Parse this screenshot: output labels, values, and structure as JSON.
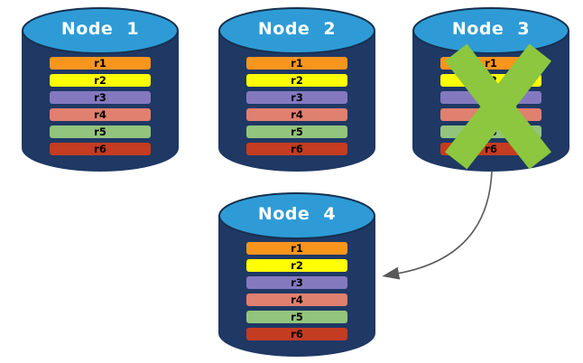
{
  "colors": {
    "background": "#FFFFFF",
    "cylinder_body": "#1F3864",
    "cylinder_top": "#2E9BD6",
    "title_text": "#FFFFFF",
    "row_text": "#000000",
    "x_mark": "#8DC63F",
    "arrow": "#595959"
  },
  "nodes": [
    {
      "id": "node-1",
      "title": "Node 1",
      "failed": false,
      "rows": [
        {
          "label": "r1",
          "color": "#F8951D"
        },
        {
          "label": "r2",
          "color": "#FFFF00"
        },
        {
          "label": "r3",
          "color": "#8479BF"
        },
        {
          "label": "r4",
          "color": "#E0806F"
        },
        {
          "label": "r5",
          "color": "#93C47D"
        },
        {
          "label": "r6",
          "color": "#C43C21"
        }
      ]
    },
    {
      "id": "node-2",
      "title": "Node 2",
      "failed": false,
      "rows": [
        {
          "label": "r1",
          "color": "#F8951D"
        },
        {
          "label": "r2",
          "color": "#FFFF00"
        },
        {
          "label": "r3",
          "color": "#8479BF"
        },
        {
          "label": "r4",
          "color": "#E0806F"
        },
        {
          "label": "r5",
          "color": "#93C47D"
        },
        {
          "label": "r6",
          "color": "#C43C21"
        }
      ]
    },
    {
      "id": "node-3",
      "title": "Node 3",
      "failed": true,
      "rows": [
        {
          "label": "r1",
          "color": "#F8951D"
        },
        {
          "label": "r2",
          "color": "#FFFF00"
        },
        {
          "label": "r3",
          "color": "#8479BF"
        },
        {
          "label": "r4",
          "color": "#E0806F"
        },
        {
          "label": "r5",
          "color": "#93C47D"
        },
        {
          "label": "r6",
          "color": "#C43C21"
        }
      ]
    },
    {
      "id": "node-4",
      "title": "Node 4",
      "failed": false,
      "rows": [
        {
          "label": "r1",
          "color": "#F8951D"
        },
        {
          "label": "r2",
          "color": "#FFFF00"
        },
        {
          "label": "r3",
          "color": "#8479BF"
        },
        {
          "label": "r4",
          "color": "#E0806F"
        },
        {
          "label": "r5",
          "color": "#93C47D"
        },
        {
          "label": "r6",
          "color": "#C43C21"
        }
      ]
    }
  ],
  "arrow": {
    "from": "node-3",
    "to": "node-4"
  }
}
